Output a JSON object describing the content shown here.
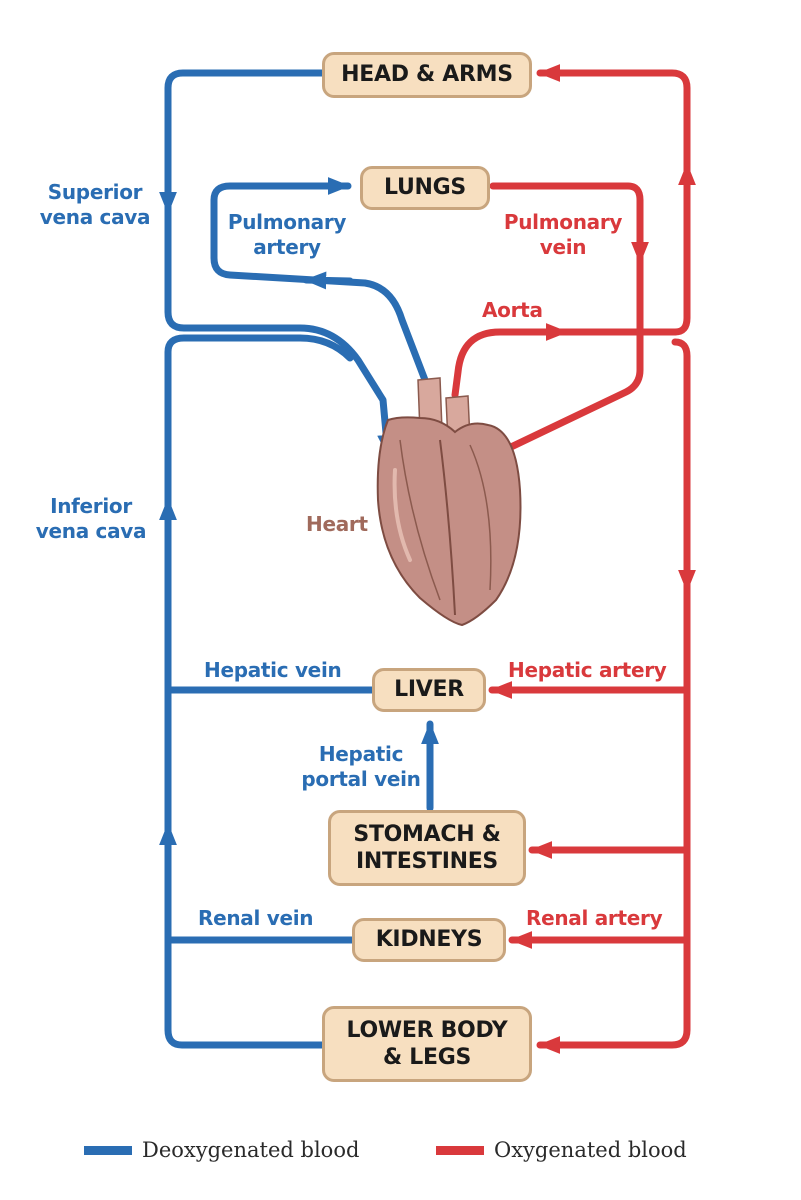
{
  "organs": {
    "head_arms": "HEAD & ARMS",
    "lungs": "LUNGS",
    "liver": "LIVER",
    "stomach_line1": "STOMACH &",
    "stomach_line2": "INTESTINES",
    "kidneys": "KIDNEYS",
    "lower_line1": "LOWER BODY",
    "lower_line2": "& LEGS"
  },
  "labels": {
    "superior_1": "Superior",
    "superior_2": "vena cava",
    "pulm_artery_1": "Pulmonary",
    "pulm_artery_2": "artery",
    "pulm_vein_1": "Pulmonary",
    "pulm_vein_2": "vein",
    "aorta": "Aorta",
    "heart": "Heart",
    "inferior_1": "Inferior",
    "inferior_2": "vena cava",
    "hepatic_vein": "Hepatic vein",
    "hepatic_artery": "Hepatic artery",
    "hepatic_portal_1": "Hepatic",
    "hepatic_portal_2": "portal vein",
    "renal_vein": "Renal vein",
    "renal_artery": "Renal artery"
  },
  "legend": {
    "deoxygenated": "Deoxygenated blood",
    "oxygenated": "Oxygenated blood"
  },
  "colors": {
    "deoxygenated": "#2a6db3",
    "oxygenated": "#d9393c",
    "organ_fill": "#f7dfc0",
    "organ_border": "#c8a57e",
    "heart": "#c48f86"
  }
}
